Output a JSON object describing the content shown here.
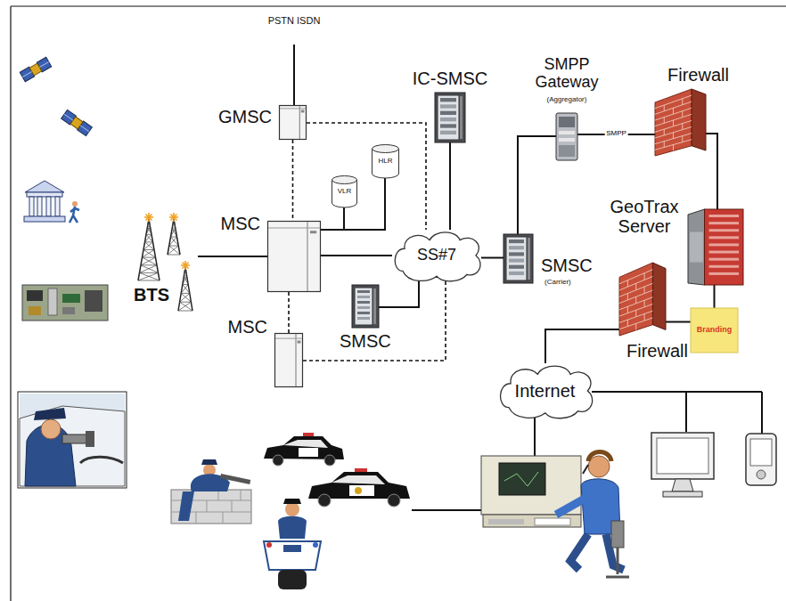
{
  "diagram": {
    "nodes": [
      {
        "text": [
          "GMSC"
        ]
      },
      {
        "text": [
          "IC-SMSC"
        ]
      },
      {
        "text": [
          "SMPP Gateway",
          "(Aggregator)"
        ]
      },
      {
        "text": [
          "Firewall"
        ]
      },
      {
        "text": [
          "HLR"
        ]
      },
      {
        "text": [
          "VLR"
        ]
      },
      {
        "text": [
          "MSC"
        ]
      },
      {
        "text": [
          "BTS"
        ]
      },
      {
        "text": [
          "SS#7"
        ]
      },
      {
        "text": [
          "GeoTrax Server"
        ]
      },
      {
        "text": [
          "SMSC",
          "(Carrier)"
        ]
      },
      {
        "text": [
          "SMSC"
        ]
      },
      {
        "text": [
          "Branding"
        ]
      },
      {
        "text": [
          "MSC"
        ]
      },
      {
        "text": [
          "Firewall"
        ]
      },
      {
        "text": [
          "Internet"
        ]
      }
    ],
    "edges": [
      {
        "from": 0,
        "to": 6,
        "arrow": "none"
      },
      {
        "from": 6,
        "to": 13,
        "arrow": "none"
      },
      {
        "from": 0,
        "to": 8,
        "arrow": "none"
      },
      {
        "from": 13,
        "to": 8,
        "arrow": "none"
      },
      {
        "from": 6,
        "to": 5,
        "arrow": "none"
      },
      {
        "from": 6,
        "to": 4,
        "arrow": "none"
      },
      {
        "from": 7,
        "to": 6,
        "arrow": "none"
      },
      {
        "from": 6,
        "to": 8,
        "arrow": "none"
      },
      {
        "from": 8,
        "to": 1,
        "arrow": "none"
      },
      {
        "from": 8,
        "to": 11,
        "arrow": "none"
      },
      {
        "from": 8,
        "to": 10,
        "arrow": "none"
      },
      {
        "from": 10,
        "to": 2,
        "arrow": "none"
      },
      {
        "from": 2,
        "to": 3,
        "label": "SMPP",
        "arrow": "none"
      },
      {
        "from": 3,
        "to": 9,
        "arrow": "none"
      },
      {
        "from": 9,
        "to": 12,
        "arrow": "none"
      },
      {
        "from": 12,
        "to": 14,
        "arrow": "none"
      },
      {
        "from": 14,
        "to": 15,
        "arrow": "none"
      }
    ],
    "labels": [
      "PSTN ISDN"
    ]
  }
}
